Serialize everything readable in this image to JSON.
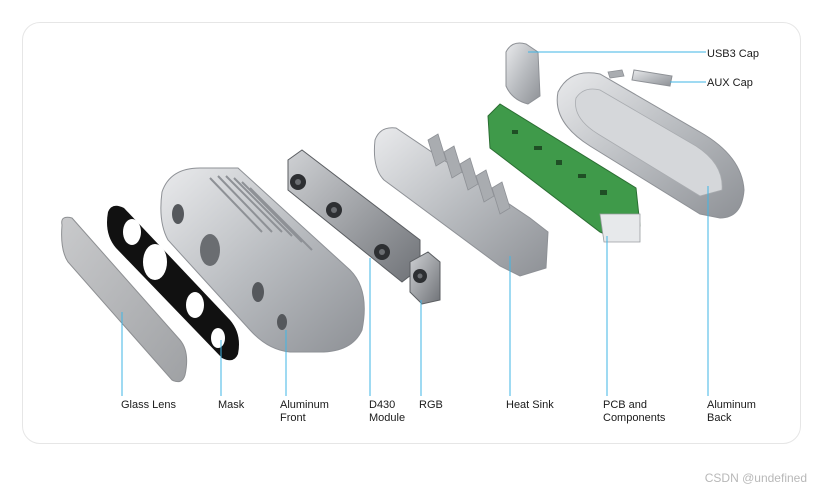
{
  "labels": {
    "usb3_cap": "USB3 Cap",
    "aux_cap": "AUX Cap",
    "glass_lens": "Glass Lens",
    "mask": "Mask",
    "aluminum_front_1": "Aluminum",
    "aluminum_front_2": "Front",
    "d430_1": "D430",
    "d430_2": "Module",
    "rgb": "RGB",
    "heat_sink": "Heat Sink",
    "pcb_1": "PCB and",
    "pcb_2": "Components",
    "aluminum_back_1": "Aluminum",
    "aluminum_back_2": "Back"
  },
  "watermark": "CSDN @undefined",
  "colors": {
    "leader_line": "#3fb6e6",
    "metal": "#bfc2c6",
    "pcb": "#3f9a4a",
    "mask": "#111111"
  }
}
